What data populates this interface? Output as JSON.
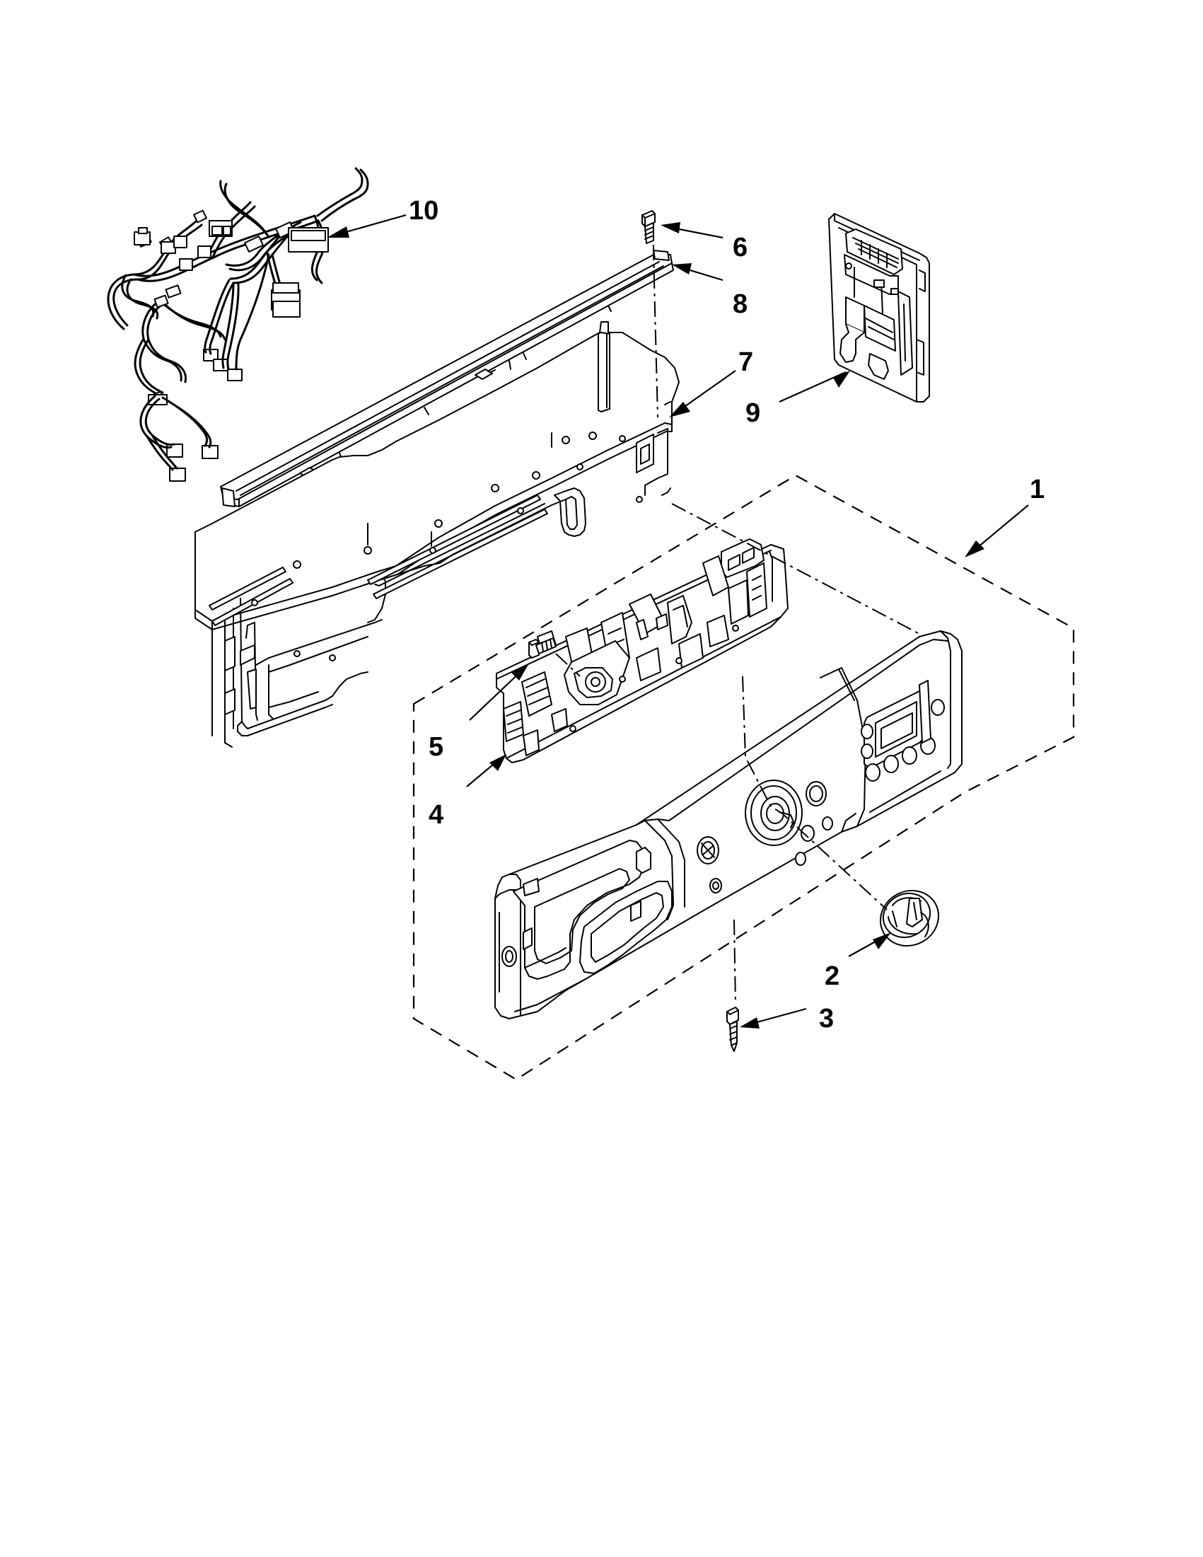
{
  "diagram": {
    "labels": {
      "p1": "1",
      "p2": "2",
      "p3": "3",
      "p4": "4",
      "p5": "5",
      "p6": "6",
      "p7": "7",
      "p8": "8",
      "p9": "9",
      "p10": "10"
    },
    "colors": {
      "line": "#000000",
      "background": "#ffffff"
    }
  }
}
